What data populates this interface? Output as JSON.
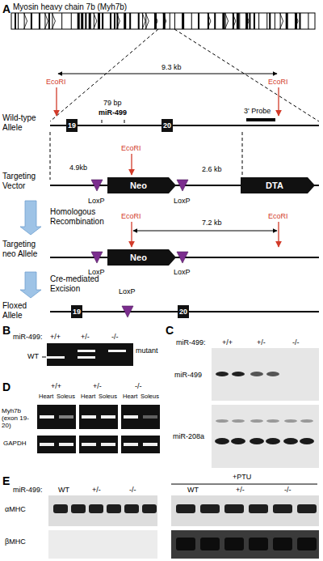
{
  "diagram": {
    "nodes": [
      {
        "text": [
          "19"
        ]
      },
      {
        "text": [
          "20"
        ]
      },
      {
        "text": [
          "Neo"
        ]
      },
      {
        "text": [
          "DTA"
        ]
      },
      {
        "text": [
          "Neo"
        ]
      },
      {
        "text": [
          "19"
        ]
      },
      {
        "text": [
          "20"
        ]
      }
    ],
    "labels": [
      "A",
      "Myosin heavy chain 7b (Myh7b)",
      "EcoRI",
      "EcoRI",
      "9.3 kb",
      "79 bp",
      "miR-499",
      "3' Probe",
      "Wild-type Allele",
      "Targeting Vector",
      "4.9kb",
      "EcoRI",
      "LoxP",
      "LoxP",
      "2.6 kb",
      "Homologous Recombination",
      "EcoRI",
      "EcoRI",
      "7.2 kb",
      "Targeting neo Allele",
      "LoxP",
      "LoxP",
      "Cre-mediated Excision",
      "LoxP",
      "Floxed Allele",
      "B",
      "miR-499:",
      "+/+",
      "+/-",
      "-/-",
      "WT",
      "mutant",
      "C",
      "miR-499:",
      "+/+",
      "+/-",
      "-/-",
      "miR-499",
      "miR-208a",
      "D",
      "+/+",
      "+/-",
      "-/-",
      "Heart",
      "Soleus",
      "Heart",
      "Soleus",
      "Heart",
      "Soleus",
      "Myh7b (exon 19-20)",
      "GAPDH",
      "E",
      "miR-499:",
      "WT",
      "+/-",
      "-/-",
      "+PTU",
      "WT",
      "+/-",
      "-/-",
      "αMHC",
      "βMHC"
    ]
  }
}
